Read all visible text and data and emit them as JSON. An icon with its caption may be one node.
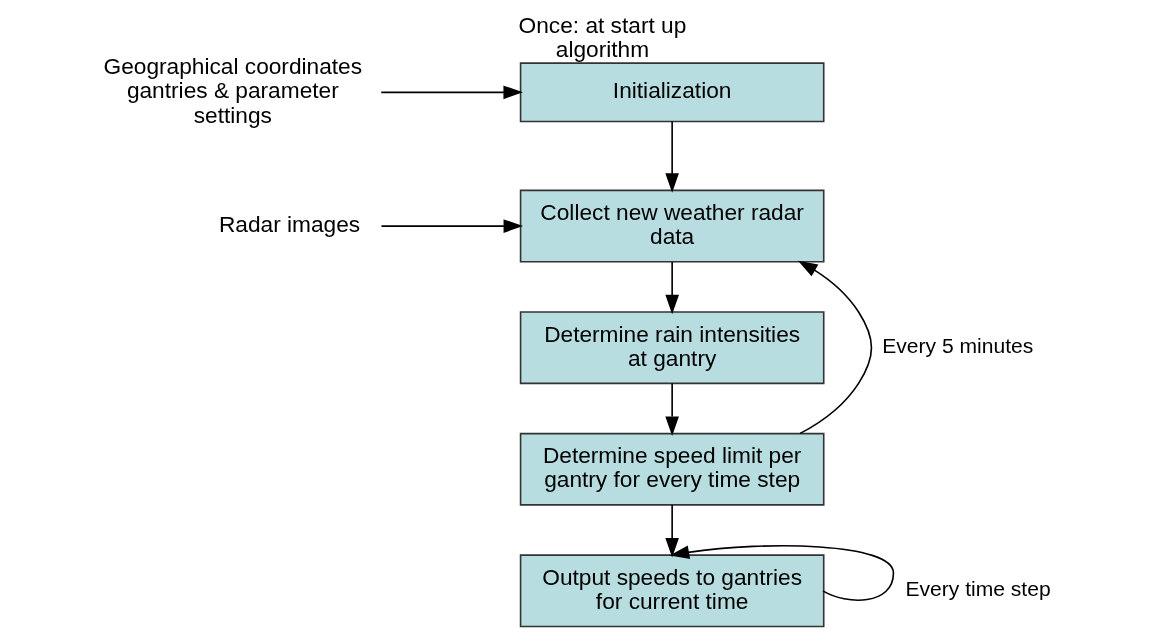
{
  "diagram": {
    "nodes": [
      {
        "text": [
          "Geographical coordinates gantries & parameter settings"
        ]
      },
      {
        "text": [
          "Initialization"
        ],
        "beside": [
          "Once: at start up algorithm"
        ]
      },
      {
        "text": [
          "Radar images"
        ]
      },
      {
        "text": [
          "Collect new weather radar data"
        ]
      },
      {
        "text": [
          "Determine rain intensities at gantry"
        ]
      },
      {
        "text": [
          "Determine speed limit per gantry for every time step"
        ]
      },
      {
        "text": [
          "Output speeds to gantries for current time"
        ]
      }
    ],
    "edges": [
      {
        "from": 0,
        "to": 1,
        "arrow": "to"
      },
      {
        "from": 1,
        "to": 3,
        "arrow": "to"
      },
      {
        "from": 2,
        "to": 3,
        "arrow": "to"
      },
      {
        "from": 3,
        "to": 4,
        "arrow": "to"
      },
      {
        "from": 4,
        "to": 5,
        "arrow": "to"
      },
      {
        "from": 5,
        "to": 3,
        "arrow": "to",
        "label": "Every 5 minutes"
      },
      {
        "from": 5,
        "to": 6,
        "arrow": "to"
      },
      {
        "from": 6,
        "to": 6,
        "arrow": "to",
        "label": "Every time step"
      }
    ]
  }
}
